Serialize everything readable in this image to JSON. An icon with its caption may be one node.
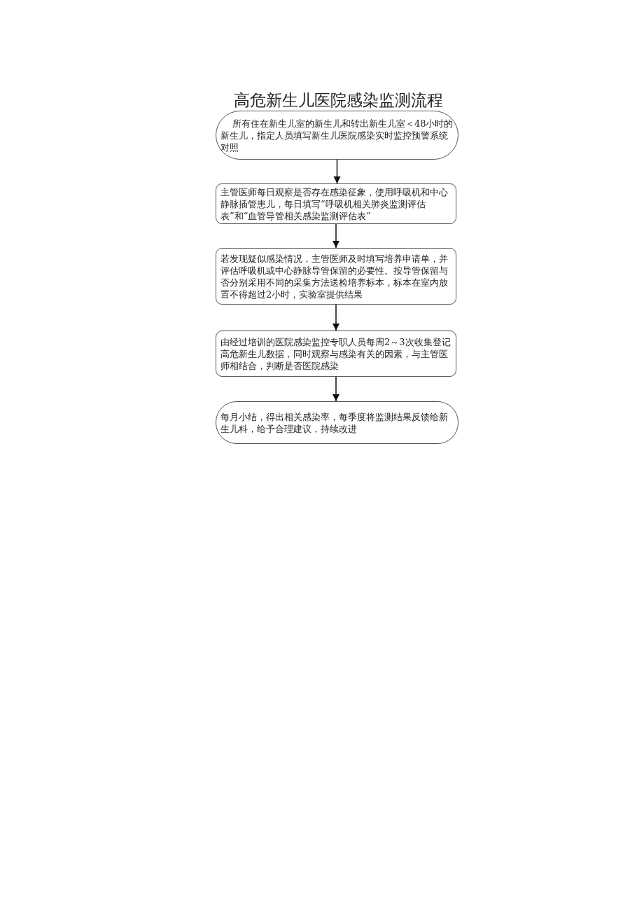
{
  "diagram": {
    "title": "高危新生儿医院感染监测流程",
    "nodes": [
      {
        "text": [
          "所有住在新生儿室的新生儿和转出新生儿室＜48小时的新生儿，指定人员填写新生儿医院感染实时监控预警系统对照"
        ]
      },
      {
        "text": [
          "主管医师每日观察是否存在感染征象，使用呼吸机和中心静脉插管患儿，每日填写“呼吸机相关肺炎监测评估表”和“血管导管相关感染监测评估表”"
        ]
      },
      {
        "text": [
          "若发现疑似感染情况，主管医师及时填写培养申请单，并评估呼吸机或中心静脉导管保留的必要性。按导管保留与否分别采用不同的采集方法送检培养标本，标本在室内放置不得超过2小时，实验室提供结果"
        ]
      },
      {
        "text": [
          "由经过培训的医院感染监控专职人员每周2～3次收集登记高危新生儿数据，同时观察与感染有关的因素，与主管医师相结合，判断是否医院感染"
        ]
      },
      {
        "text": [
          "每月小结，得出相关感染率，每季度将监测结果反馈给新生儿科，给予合理建议，持续改进"
        ]
      }
    ],
    "edges": [
      {
        "from": 0,
        "to": 1,
        "arrow": "to"
      },
      {
        "from": 1,
        "to": 2,
        "arrow": "to"
      },
      {
        "from": 2,
        "to": 3,
        "arrow": "to"
      },
      {
        "from": 3,
        "to": 4,
        "arrow": "to"
      }
    ]
  }
}
